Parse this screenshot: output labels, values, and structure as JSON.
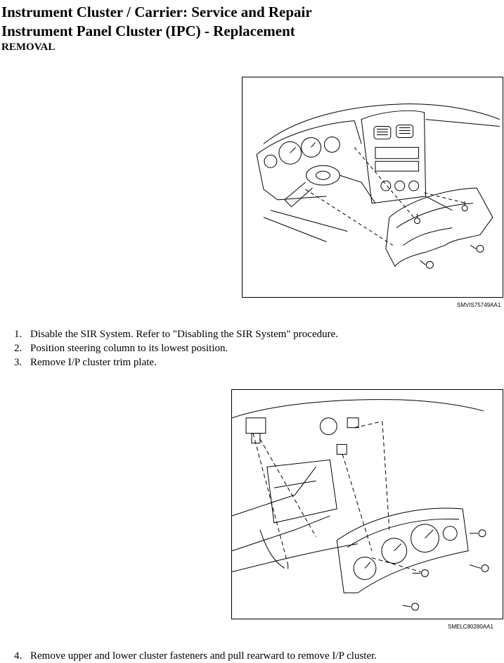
{
  "header": {
    "title_line1": "Instrument Cluster / Carrier: Service and Repair",
    "title_line2": "Instrument Panel Cluster (IPC) - Replacement",
    "section": "REMOVAL"
  },
  "figures": [
    {
      "code": "SMVIS75749AA1"
    },
    {
      "code": "SMELC80280AA1"
    }
  ],
  "steps_before_figure2": [
    {
      "num": "1.",
      "text": "Disable the SIR System. Refer to \"Disabling the SIR System\" procedure."
    },
    {
      "num": "2.",
      "text": "Position steering column to its lowest position."
    },
    {
      "num": "3.",
      "text": "Remove I/P cluster trim plate."
    }
  ],
  "steps_after_figure2": [
    {
      "num": "4.",
      "text": "Remove upper and lower cluster fasteners and pull rearward to remove I/P cluster."
    }
  ]
}
